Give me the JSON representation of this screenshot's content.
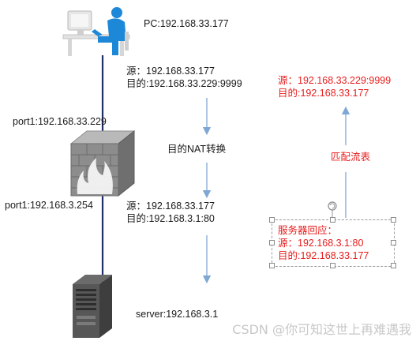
{
  "pc": {
    "label": "PC:192.168.33.177"
  },
  "request_before_nat": {
    "src": "源：192.168.33.177",
    "dst": "目的:192.168.33.229:9999"
  },
  "firewall": {
    "port_outside": "port1:192.168.33.229",
    "port_inside": "port1:192.168.3.254"
  },
  "nat_label": "目的NAT转换",
  "request_after_nat": {
    "src": "源：192.168.33.177",
    "dst": "目的:192.168.3.1:80"
  },
  "server": {
    "label": "server:192.168.3.1"
  },
  "server_reply": {
    "title": "服务器回应：",
    "src": "源：192.168.3.1:80",
    "dst": "目的:192.168.33.177"
  },
  "session_match_label": "匹配流表",
  "reply_after_nat": {
    "src": "源：192.168.33.229:9999",
    "dst": "目的:192.168.33.177"
  },
  "watermark": "CSDN @你可知这世上再难遇我",
  "colors": {
    "link_line": "#1f2d6b",
    "flow_arrow": "#7fa7d4",
    "reply_text": "#e81c1c",
    "person": "#1e88d8"
  },
  "icons": [
    "pc-user-icon",
    "firewall-icon",
    "server-icon",
    "rotate-handle-icon"
  ]
}
